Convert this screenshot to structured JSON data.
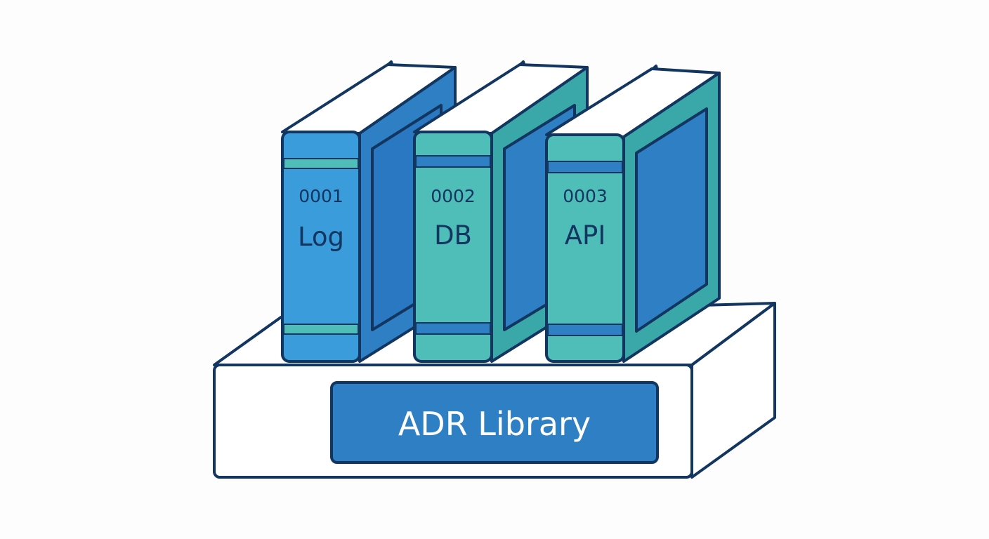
{
  "colors": {
    "outline": "#123660",
    "blue": "#2f7fc4",
    "light_blue": "#3a9cdb",
    "teal": "#4fbdb8",
    "teal_dark": "#3aa8a8",
    "label_bg": "#2f7fc4",
    "shelf": "#ffffff"
  },
  "books": [
    {
      "number": "0001",
      "title": "Log"
    },
    {
      "number": "0002",
      "title": "DB"
    },
    {
      "number": "0003",
      "title": "API"
    }
  ],
  "shelf": {
    "label": "ADR Library"
  }
}
